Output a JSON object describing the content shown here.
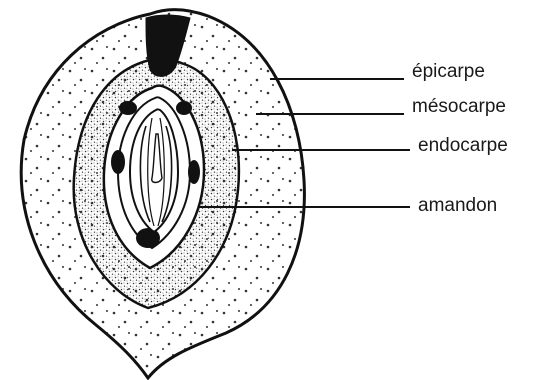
{
  "diagram": {
    "labels": {
      "epicarpe": "épicarpe",
      "mesocarpe": "mésocarpe",
      "endocarpe": "endocarpe",
      "amandon": "amandon"
    },
    "colors": {
      "ink": "#111111",
      "paper": "#ffffff",
      "dots": "#333333"
    }
  }
}
